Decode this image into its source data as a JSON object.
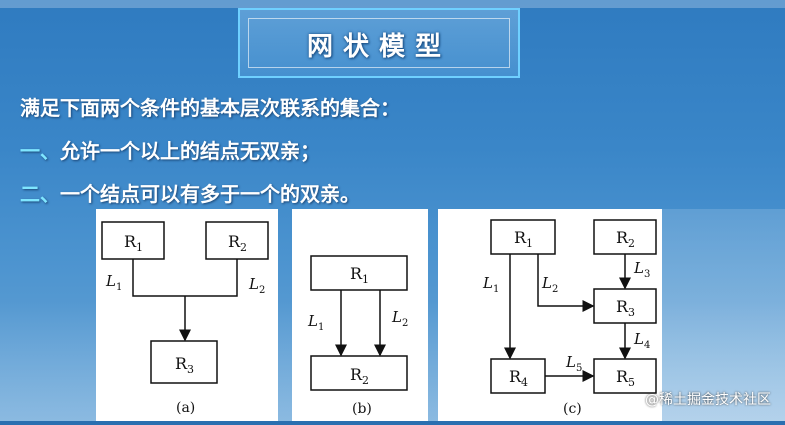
{
  "slide": {
    "title": "网状模型",
    "intro": "满足下面两个条件的基本层次联系的集合：",
    "items": [
      {
        "prefix": "一、",
        "text": "允许一个以上的结点无双亲；"
      },
      {
        "prefix": "二、",
        "text": "一个结点可以有多于一个的双亲。"
      }
    ]
  },
  "diagrams": {
    "a": {
      "caption": "(a)",
      "nodes": [
        "R1",
        "R2",
        "R3"
      ],
      "edges": [
        "L1",
        "L2"
      ]
    },
    "b": {
      "caption": "(b)",
      "nodes": [
        "R1",
        "R2"
      ],
      "edges": [
        "L1",
        "L2"
      ]
    },
    "c": {
      "caption": "(c)",
      "nodes": [
        "R1",
        "R2",
        "R3",
        "R4",
        "R5"
      ],
      "edges": [
        "L1",
        "L2",
        "L3",
        "L4",
        "L5"
      ]
    }
  },
  "watermark": "@稀土掘金技术社区"
}
